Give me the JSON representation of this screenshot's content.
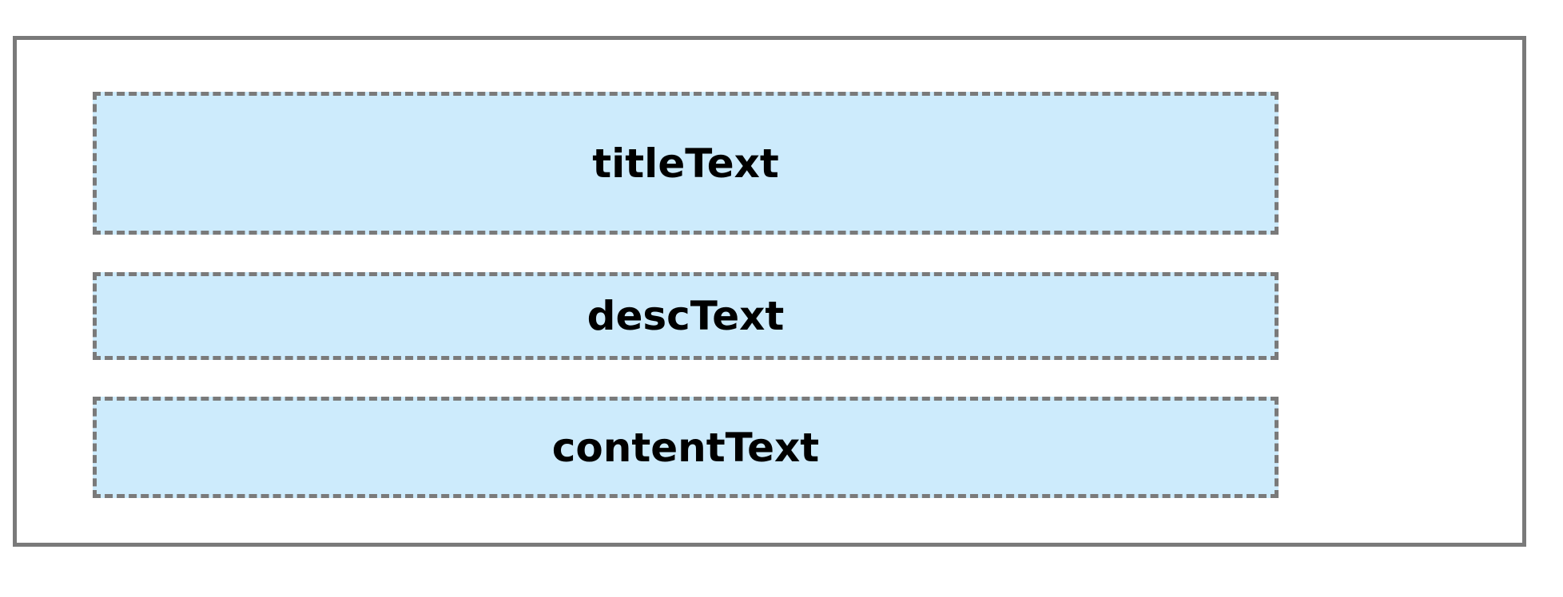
{
  "colors": {
    "frame_border": "#7a7a7a",
    "slot_fill": "#cdebfc",
    "text": "#000000",
    "background": "#ffffff"
  },
  "slots": [
    {
      "label": "titleText"
    },
    {
      "label": "descText"
    },
    {
      "label": "contentText"
    }
  ]
}
